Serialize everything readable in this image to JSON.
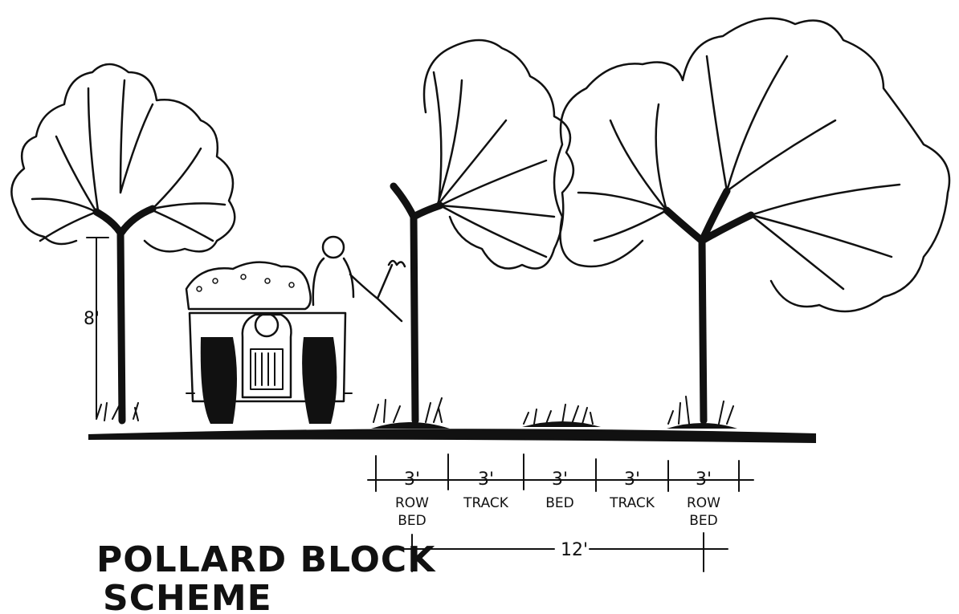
{
  "title": {
    "line1": "POLLARD BLOCK",
    "line2": "SCHEME"
  },
  "height_label": "8'",
  "segments": [
    {
      "dimension": "3'",
      "lines": [
        "ROW",
        "BED"
      ]
    },
    {
      "dimension": "3'",
      "lines": [
        "TRACK"
      ]
    },
    {
      "dimension": "3'",
      "lines": [
        "BED"
      ]
    },
    {
      "dimension": "3'",
      "lines": [
        "TRACK"
      ]
    },
    {
      "dimension": "3'",
      "lines": [
        "ROW",
        "BED"
      ]
    }
  ],
  "total_span": "12'",
  "colors": {
    "ink": "#111111",
    "paper": "#ffffff"
  }
}
